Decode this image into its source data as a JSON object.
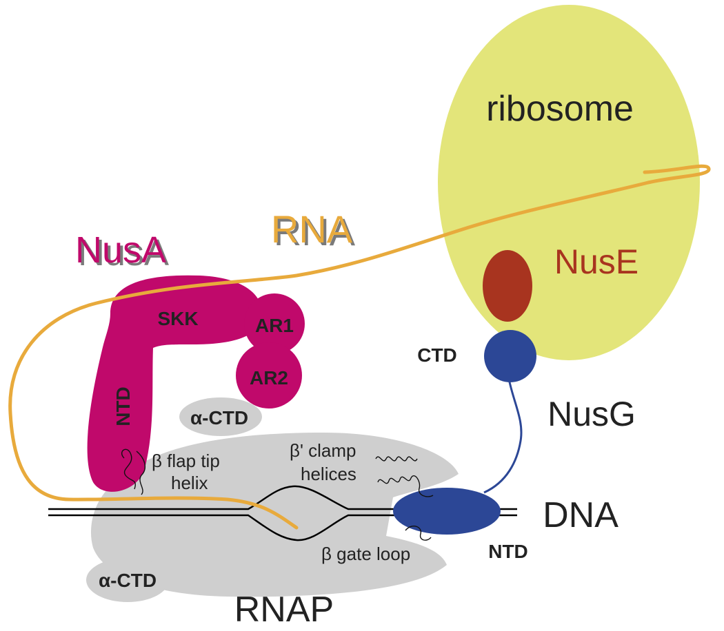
{
  "labels": {
    "ribosome": "ribosome",
    "nusE": "NusE",
    "rna": "RNA",
    "nusA": "NusA",
    "skk": "SKK",
    "ar1": "AR1",
    "ar2": "AR2",
    "nusA_ntd": "NTD",
    "alpha_ctd_top": "α-CTD",
    "alpha_ctd_bottom": "α-CTD",
    "nusG_ctd": "CTD",
    "nusG": "NusG",
    "nusG_ntd": "NTD",
    "dna": "DNA",
    "rnap": "RNAP",
    "flap_tip_1": "β flap tip",
    "flap_tip_2": "helix",
    "clamp_1": "β' clamp",
    "clamp_2": "helices",
    "gate_loop": "β gate loop"
  },
  "colors": {
    "ribosome": "#e3e57a",
    "nusE": "#a8341f",
    "rna": "#e8aa3c",
    "nusA": "#c0096b",
    "rnap": "#cfcfcf",
    "nusG": "#2c4796",
    "text": "#222222"
  }
}
